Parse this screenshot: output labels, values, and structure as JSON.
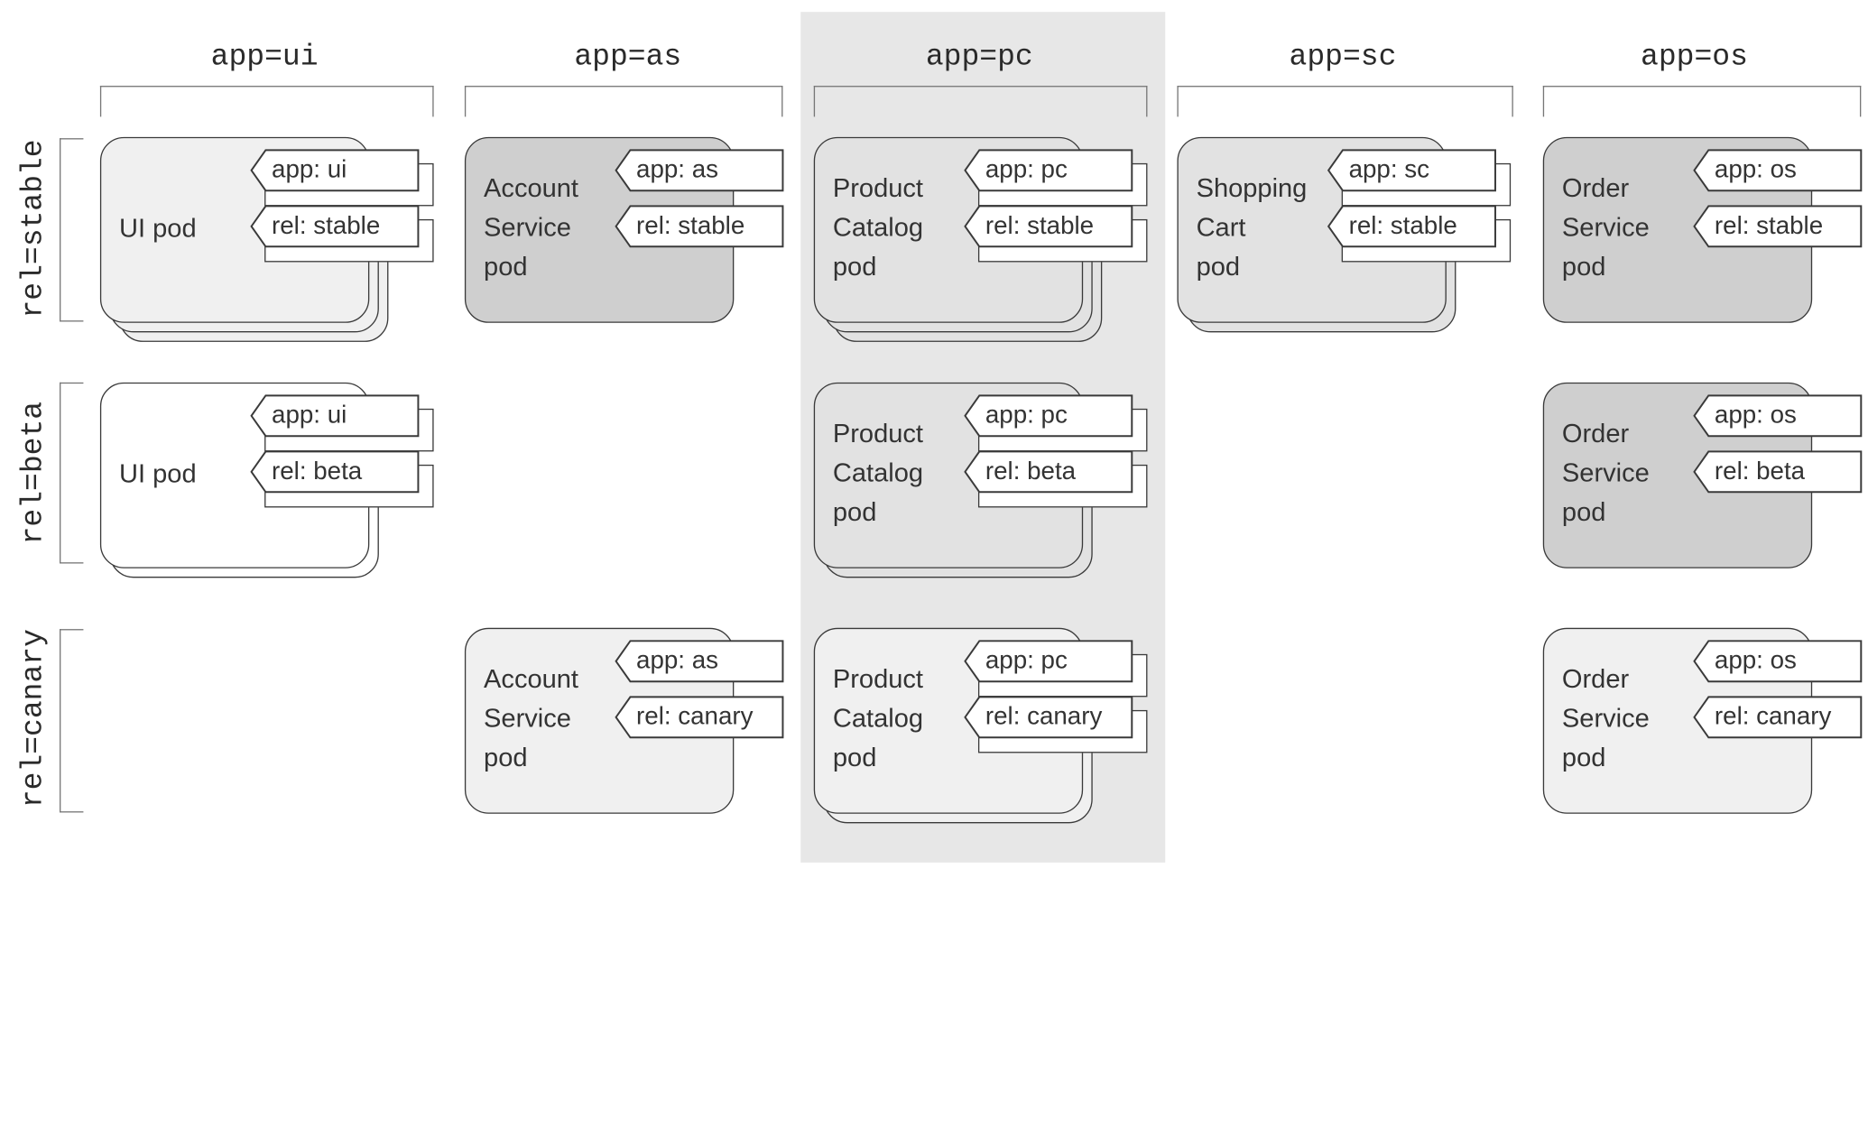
{
  "columns": [
    {
      "label": "app=ui"
    },
    {
      "label": "app=as"
    },
    {
      "label": "app=pc"
    },
    {
      "label": "app=sc"
    },
    {
      "label": "app=os"
    }
  ],
  "rows": [
    {
      "label": "rel=stable"
    },
    {
      "label": "rel=beta"
    },
    {
      "label": "rel=canary"
    }
  ],
  "highlight_column": "app=pc",
  "colors": {
    "fill_white": "#ffffff",
    "fill_light": "#f0f0f0",
    "fill_medium": "#e2e2e2",
    "fill_dark": "#cfcfcf",
    "highlight": "#e7e7e7",
    "stroke": "#3a3a3a"
  },
  "pods": [
    {
      "name": "UI pod",
      "app_tag": "app: ui",
      "rel_tag": "rel: stable",
      "fill": "light",
      "stacked": 2,
      "tags_stacked": true
    },
    {
      "name": "Account\nService\npod",
      "app_tag": "app: as",
      "rel_tag": "rel: stable",
      "fill": "dark",
      "stacked": 0,
      "tags_stacked": false
    },
    {
      "name": "Product\nCatalog\npod",
      "app_tag": "app: pc",
      "rel_tag": "rel: stable",
      "fill": "medium",
      "stacked": 2,
      "tags_stacked": true
    },
    {
      "name": "Shopping\nCart\npod",
      "app_tag": "app: sc",
      "rel_tag": "rel: stable",
      "fill": "medium",
      "stacked": 1,
      "tags_stacked": true
    },
    {
      "name": "Order\nService\npod",
      "app_tag": "app: os",
      "rel_tag": "rel: stable",
      "fill": "dark",
      "stacked": 0,
      "tags_stacked": false
    },
    {
      "name": "UI pod",
      "app_tag": "app: ui",
      "rel_tag": "rel: beta",
      "fill": "white",
      "stacked": 1,
      "tags_stacked": true
    },
    {
      "name": "Product\nCatalog\npod",
      "app_tag": "app: pc",
      "rel_tag": "rel: beta",
      "fill": "medium",
      "stacked": 1,
      "tags_stacked": true
    },
    {
      "name": "Order\nService\npod",
      "app_tag": "app: os",
      "rel_tag": "rel: beta",
      "fill": "dark",
      "stacked": 0,
      "tags_stacked": false
    },
    {
      "name": "Account\nService\npod",
      "app_tag": "app: as",
      "rel_tag": "rel: canary",
      "fill": "light",
      "stacked": 0,
      "tags_stacked": false
    },
    {
      "name": "Product\nCatalog\npod",
      "app_tag": "app: pc",
      "rel_tag": "rel: canary",
      "fill": "light",
      "stacked": 1,
      "tags_stacked": true
    },
    {
      "name": "Order\nService\npod",
      "app_tag": "app: os",
      "rel_tag": "rel: canary",
      "fill": "light",
      "stacked": 0,
      "tags_stacked": false
    }
  ]
}
